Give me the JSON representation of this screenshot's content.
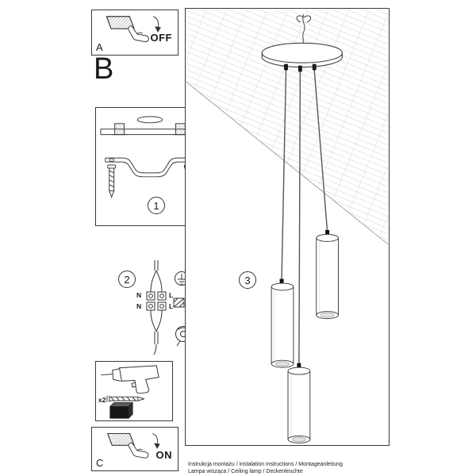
{
  "panel_a": {
    "letter": "A",
    "switch_state": "OFF"
  },
  "section_b_letter": "B",
  "steps": {
    "one": "1",
    "two": "2",
    "three": "3"
  },
  "wiring_labels": {
    "top_left": "N",
    "top_right": "L",
    "bottom_left": "N",
    "bottom_right": "L"
  },
  "hardware": {
    "screw_count": "x2"
  },
  "panel_c": {
    "letter": "C",
    "switch_state": "ON"
  },
  "footer": {
    "line1": "Instrukcja montażu / instalation instructions / Montageanleitung",
    "line2": "Lampa wisząca / Ceiling lamp / Deckenleuchte"
  },
  "colors": {
    "background": "#ffffff",
    "line": "#333333",
    "hatch": "#c2c2c2"
  }
}
